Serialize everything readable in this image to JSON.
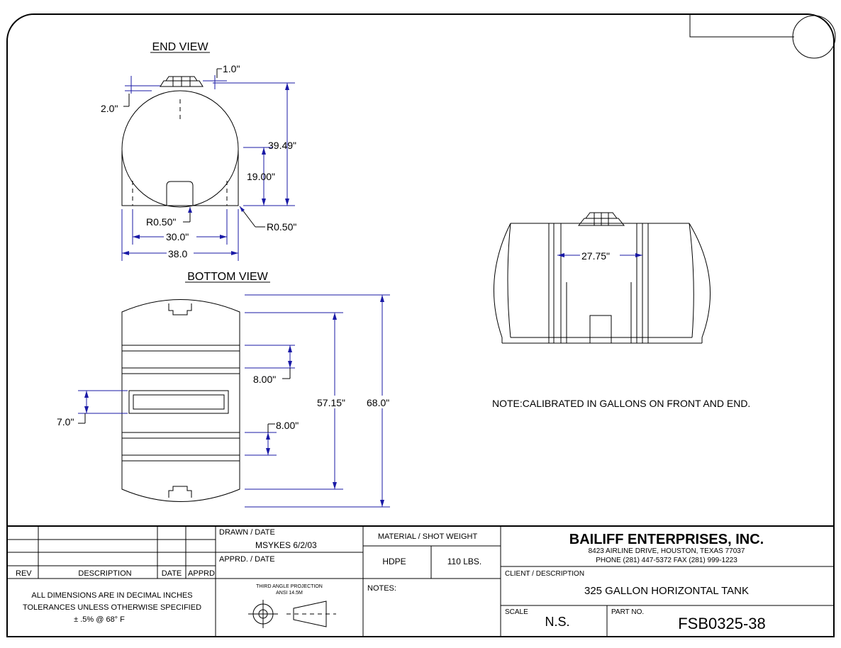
{
  "views": {
    "end_view_title": "END VIEW",
    "bottom_view_title": "BOTTOM VIEW"
  },
  "dimensions": {
    "d_1_0": "1.0\"",
    "d_2_0": "2.0\"",
    "d_39_49": "39.49\"",
    "d_19_00": "19.00\"",
    "d_r050_a": "R0.50\"",
    "d_r050_b": "R0.50\"",
    "d_30_0": "30.0\"",
    "d_38_0": "38.0",
    "d_8_00_a": "8.00\"",
    "d_7_0": "7.0\"",
    "d_8_00_b": "8.00\"",
    "d_57_15": "57.15\"",
    "d_68_0": "68.0\"",
    "d_27_75": "27.75\""
  },
  "note": "NOTE:CALIBRATED IN GALLONS ON FRONT AND END.",
  "title_block": {
    "rev_label": "REV",
    "description_label": "DESCRIPTION",
    "date_label": "DATE",
    "apprd_label": "APPRD",
    "drawn_date_label": "DRAWN / DATE",
    "drawn_value": "MSYKES 6/2/03",
    "apprd_date_label": "APPRD. / DATE",
    "material_label": "MATERIAL / SHOT WEIGHT",
    "material_value": "HDPE",
    "weight_value": "110 LBS.",
    "company_name": "BAILIFF ENTERPRISES, INC.",
    "address": "8423 AIRLINE DRIVE, HOUSTON, TEXAS 77037",
    "phone_fax": "PHONE (281) 447-5372 FAX (281) 999-1223",
    "tolerance_line1": "ALL DIMENSIONS ARE IN DECIMAL INCHES",
    "tolerance_line2": "TOLERANCES UNLESS OTHERWISE SPECIFIED",
    "tolerance_line3": "± .5% @ 68° F",
    "projection_line1": "THIRD ANGLE PROJECTION",
    "projection_line2": "ANSI 14.5M",
    "notes_label": "NOTES:",
    "client_desc_label": "CLIENT / DESCRIPTION",
    "client_desc_value": "325 GALLON HORIZONTAL TANK",
    "scale_label": "SCALE",
    "scale_value": "N.S.",
    "part_no_label": "PART NO.",
    "part_no_value": "FSB0325-38"
  },
  "colors": {
    "dimension_line": "#1a1aa6",
    "linework": "#000000"
  }
}
